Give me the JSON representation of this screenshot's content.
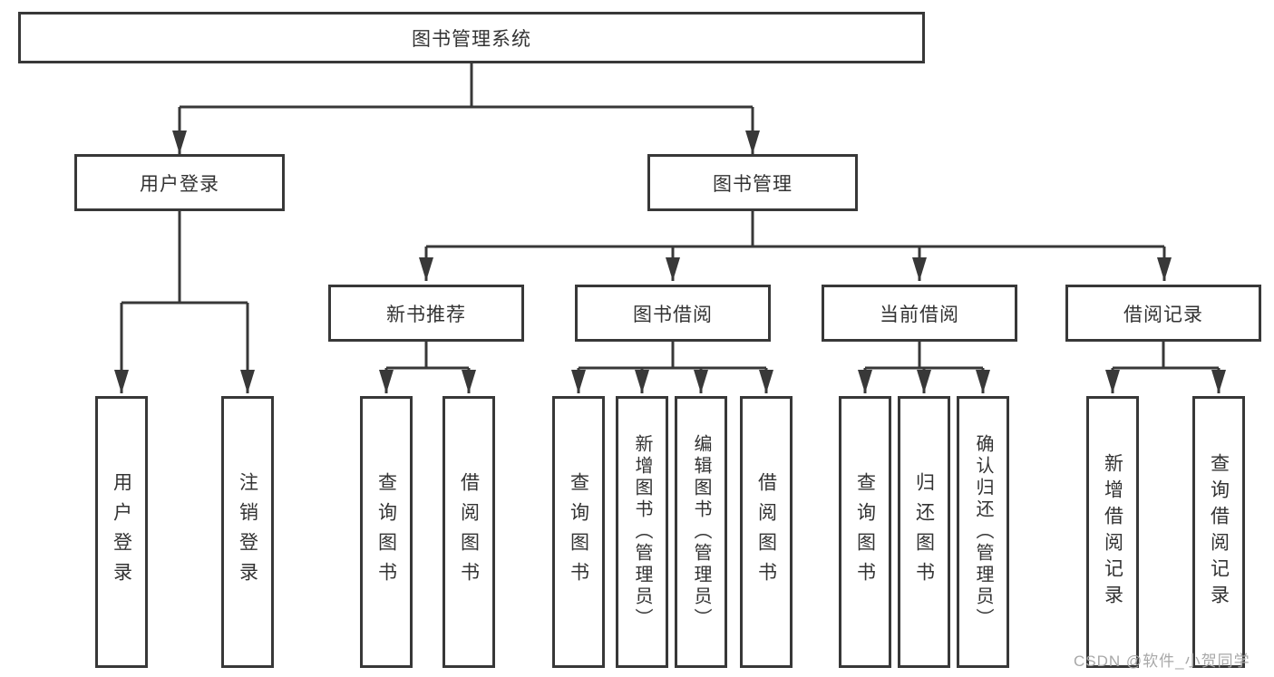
{
  "diagram": {
    "root": {
      "label": "图书管理系统"
    },
    "branches": [
      {
        "label": "用户登录",
        "children": [
          {
            "label": "用户登录"
          },
          {
            "label": "注销登录"
          }
        ]
      },
      {
        "label": "图书管理",
        "groups": [
          {
            "label": "新书推荐",
            "children": [
              {
                "label": "查询图书"
              },
              {
                "label": "借阅图书"
              }
            ]
          },
          {
            "label": "图书借阅",
            "children": [
              {
                "label": "查询图书"
              },
              {
                "label": "新增图书（管理员）"
              },
              {
                "label": "编辑图书（管理员）"
              },
              {
                "label": "借阅图书"
              }
            ]
          },
          {
            "label": "当前借阅",
            "children": [
              {
                "label": "查询图书"
              },
              {
                "label": "归还图书"
              },
              {
                "label": "确认归还（管理员）"
              }
            ]
          },
          {
            "label": "借阅记录",
            "children": [
              {
                "label": "新增借阅记录"
              },
              {
                "label": "查询借阅记录"
              }
            ]
          }
        ]
      }
    ]
  },
  "watermark": {
    "text": "CSDN @软件_小贺同学"
  },
  "colors": {
    "line": "#383838",
    "box_border": "#383838",
    "text": "#333333",
    "watermark": "#a8a8a8",
    "background": "#ffffff"
  }
}
